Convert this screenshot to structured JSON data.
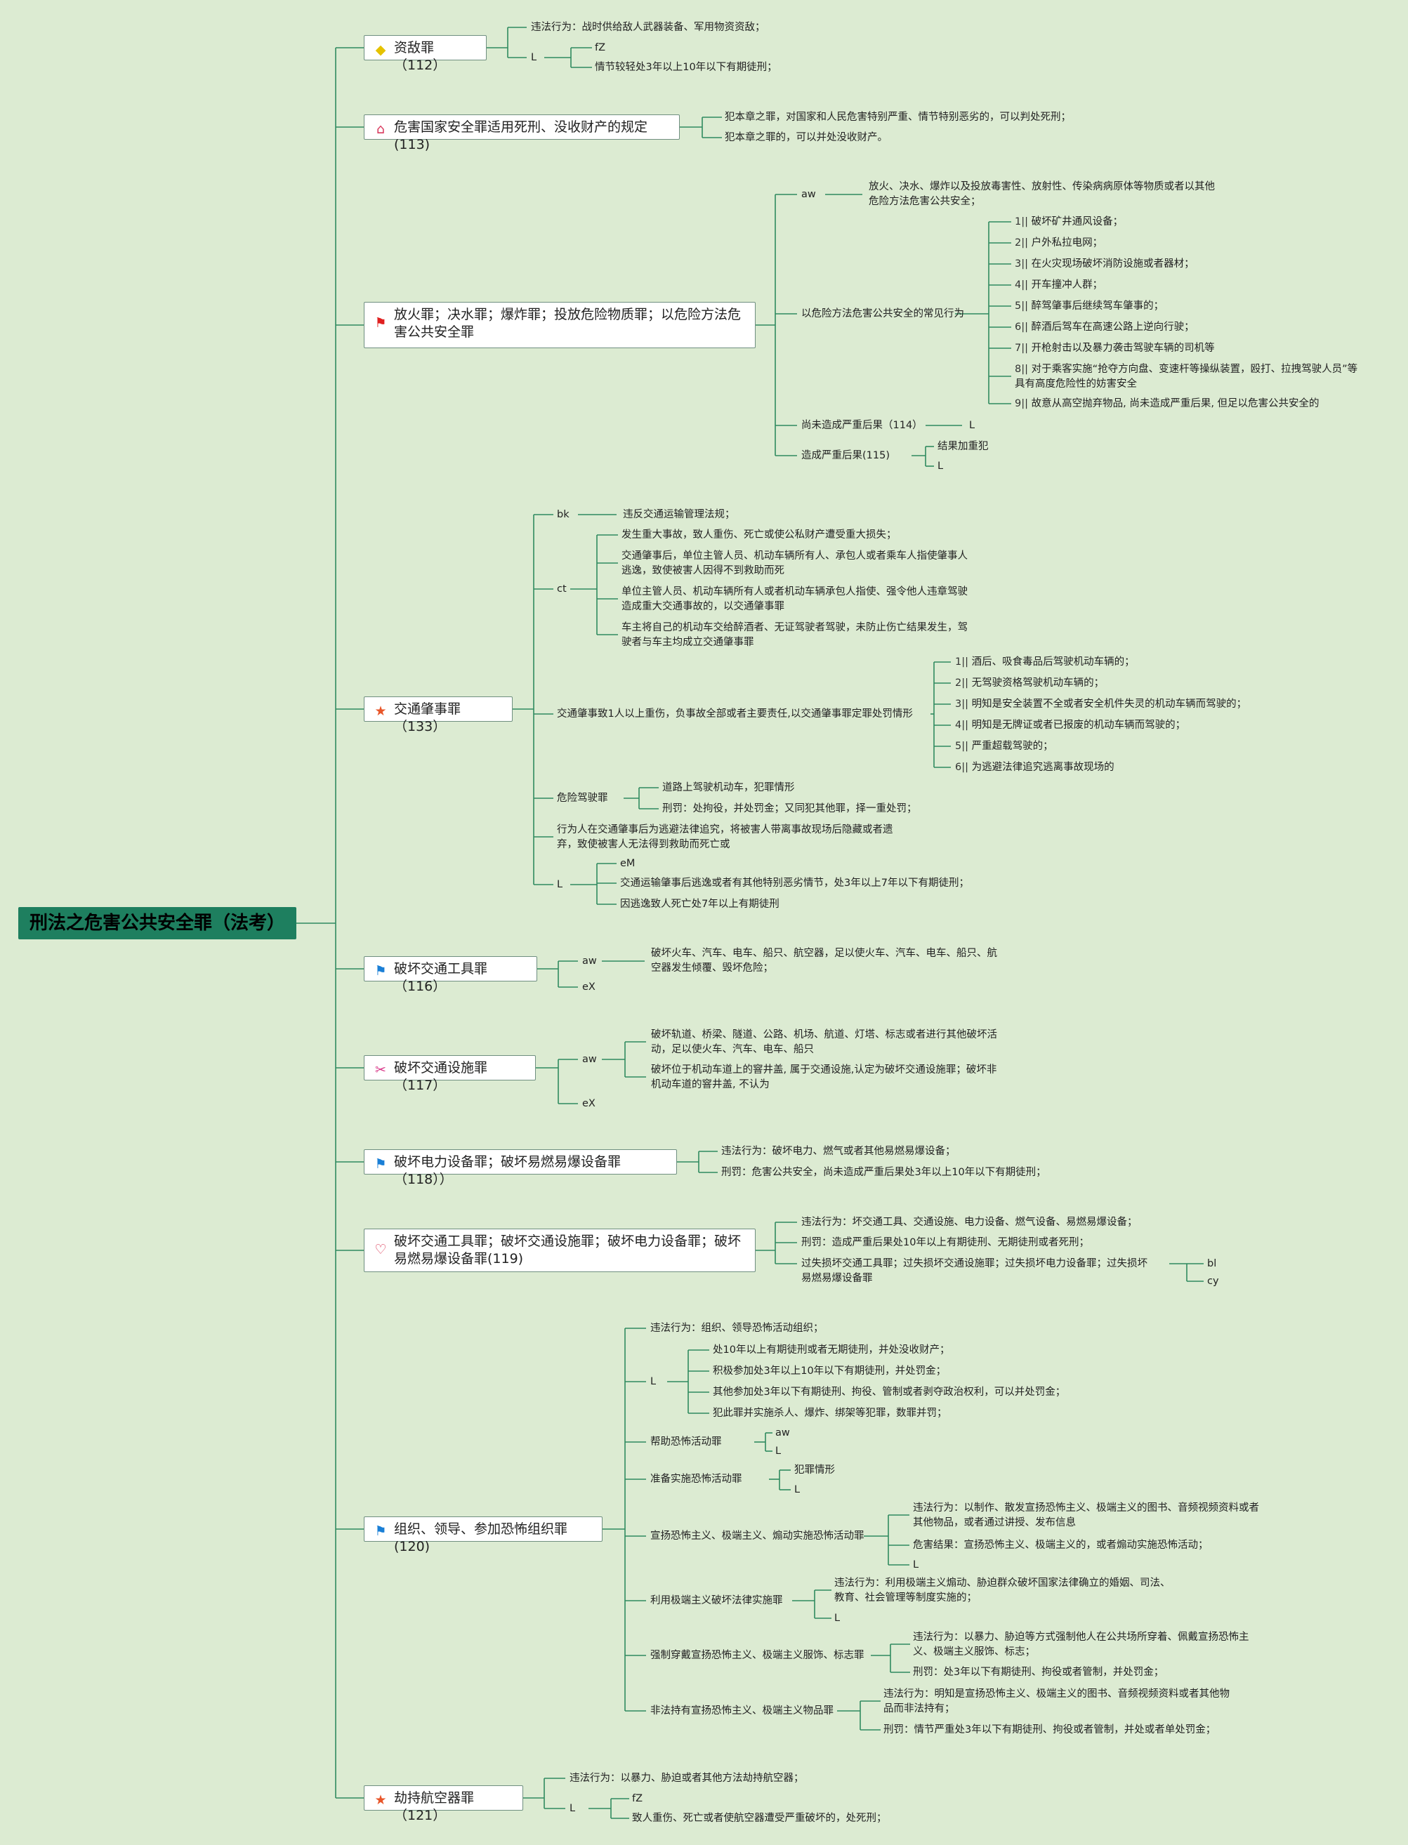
{
  "root": "刑法之危害公共安全罪（法考）",
  "branches": [
    {
      "icon": "diamond",
      "label": "资敌罪（112）",
      "leaves": [
        "违法行为：战时供给敌人武器装备、军用物资资敌；",
        "L",
        "fZ",
        "情节较轻处3年以上10年以下有期徒刑；"
      ]
    },
    {
      "icon": "home",
      "label": "危害国家安全罪适用死刑、没收财产的规定(113)",
      "leaves": [
        "犯本章之罪，对国家和人民危害特别严重、情节特别恶劣的，可以判处死刑；",
        "犯本章之罪的，可以并处没收财产。"
      ]
    },
    {
      "icon": "flag-red",
      "label": "放火罪；决水罪；爆炸罪；投放危险物质罪；以危险方法危害公共安全罪",
      "sub": [
        {
          "label": "aw",
          "leaves": [
            "放火、决水、爆炸以及投放毒害性、放射性、传染病病原体等物质或者以其他危险方法危害公共安全；"
          ]
        },
        {
          "label": "以危险方法危害公共安全的常见行为",
          "leaves": [
            "破坏矿井通风设备；",
            "户外私拉电网；",
            "在火灾现场破坏消防设施或者器材；",
            "开车撞冲人群；",
            "醉驾肇事后继续驾车肇事的；",
            "醉酒后驾车在高速公路上逆向行驶；",
            "开枪射击以及暴力袭击驾驶车辆的司机等",
            "对于乘客实施“抢夺方向盘、变速杆等操纵装置，殴打、拉拽驾驶人员”等具有高度危险性的妨害安全",
            "故意从高空抛弃物品, 尚未造成严重后果, 但足以危害公共安全的"
          ]
        },
        {
          "label": "尚未造成严重后果（114）",
          "leaves": [
            "L"
          ]
        },
        {
          "label": "造成严重后果(115)",
          "leaves": [
            "结果加重犯",
            "L"
          ]
        }
      ]
    },
    {
      "icon": "star",
      "label": "交通肇事罪（133）",
      "sub": [
        {
          "label": "bk",
          "leaves": [
            "违反交通运输管理法规；"
          ]
        },
        {
          "label": "ct",
          "leaves": [
            "发生重大事故，致人重伤、死亡或使公私财产遭受重大损失；",
            "交通肇事后，单位主管人员、机动车辆所有人、承包人或者乘车人指使肇事人逃逸，致使被害人因得不到救助而死",
            "单位主管人员、机动车辆所有人或者机动车辆承包人指使、强令他人违章驾驶造成重大交通事故的，以交通肇事罪",
            "车主将自己的机动车交给醉酒者、无证驾驶者驾驶，未防止伤亡结果发生，驾驶者与车主均成立交通肇事罪"
          ]
        },
        {
          "label": "交通肇事致1人以上重伤，负事故全部或者主要责任,以交通肇事罪定罪处罚情形",
          "leaves": [
            "酒后、吸食毒品后驾驶机动车辆的；",
            "无驾驶资格驾驶机动车辆的；",
            "明知是安全装置不全或者安全机件失灵的机动车辆而驾驶的；",
            "明知是无牌证或者已报废的机动车辆而驾驶的；",
            "严重超载驾驶的；",
            "为逃避法律追究逃离事故现场的"
          ]
        },
        {
          "label": "危险驾驶罪",
          "leaves": [
            "道路上驾驶机动车，犯罪情形",
            "刑罚：处拘役，并处罚金；又同犯其他罪，择一重处罚；"
          ]
        },
        {
          "label": "行为人在交通肇事后为逃避法律追究，将被害人带离事故现场后隐藏或者遗弃，致使被害人无法得到救助而死亡或",
          "leaves": []
        },
        {
          "label": "L",
          "leaves": [
            "eM",
            "交通运输肇事后逃逸或者有其他特别恶劣情节，处3年以上7年以下有期徒刑；",
            "因逃逸致人死亡处7年以上有期徒刑"
          ]
        }
      ]
    },
    {
      "icon": "flag-blue",
      "label": "破坏交通工具罪（116）",
      "sub": [
        {
          "label": "aw",
          "leaves": [
            "破坏火车、汽车、电车、船只、航空器，足以使火车、汽车、电车、船只、航空器发生倾覆、毁坏危险；"
          ]
        },
        {
          "label": "eX",
          "leaves": []
        }
      ]
    },
    {
      "icon": "tools",
      "label": "破坏交通设施罪（117）",
      "sub": [
        {
          "label": "aw",
          "leaves": [
            "破坏轨道、桥梁、隧道、公路、机场、航道、灯塔、标志或者进行其他破坏活动，足以使火车、汽车、电车、船只",
            "破坏位于机动车道上的窨井盖, 属于交通设施,认定为破坏交通设施罪；破坏非机动车道的窨井盖, 不认为"
          ]
        },
        {
          "label": "eX",
          "leaves": []
        }
      ]
    },
    {
      "icon": "flag-blue",
      "label": "破坏电力设备罪；破坏易燃易爆设备罪（118））",
      "leaves": [
        "违法行为：破坏电力、燃气或者其他易燃易爆设备；",
        "刑罚：危害公共安全，尚未造成严重后果处3年以上10年以下有期徒刑；"
      ]
    },
    {
      "icon": "heart",
      "label": "破坏交通工具罪；破坏交通设施罪；破坏电力设备罪；破坏易燃易爆设备罪(119)",
      "sub": [
        {
          "label": "违法行为：坏交通工具、交通设施、电力设备、燃气设备、易燃易爆设备；",
          "leaves": []
        },
        {
          "label": "刑罚：造成严重后果处10年以上有期徒刑、无期徒刑或者死刑；",
          "leaves": []
        },
        {
          "label": "过失损坏交通工具罪；过失损坏交通设施罪；过失损坏电力设备罪；过失损坏易燃易爆设备罪",
          "leaves": [
            "bl",
            "cy"
          ]
        }
      ]
    },
    {
      "icon": "flag-blue",
      "label": "组织、领导、参加恐怖组织罪(120)",
      "sub": [
        {
          "label": "违法行为：组织、领导恐怖活动组织；",
          "leaves": []
        },
        {
          "label": "L",
          "leaves": [
            "处10年以上有期徒刑或者无期徒刑，并处没收财产；",
            "积极参加处3年以上10年以下有期徒刑，并处罚金；",
            "其他参加处3年以下有期徒刑、拘役、管制或者剥夺政治权利，可以并处罚金；",
            "犯此罪并实施杀人、爆炸、绑架等犯罪，数罪并罚；"
          ]
        },
        {
          "label": "帮助恐怖活动罪",
          "leaves": [
            "aw",
            "L"
          ]
        },
        {
          "label": "准备实施恐怖活动罪",
          "leaves": [
            "犯罪情形",
            "L"
          ]
        },
        {
          "label": "宣扬恐怖主义、极端主义、煽动实施恐怖活动罪",
          "leaves": [
            "违法行为：以制作、散发宣扬恐怖主义、极端主义的图书、音频视频资料或者其他物品，或者通过讲授、发布信息",
            "危害结果：宣扬恐怖主义、极端主义的，或者煽动实施恐怖活动；",
            "L"
          ]
        },
        {
          "label": "利用极端主义破坏法律实施罪",
          "leaves": [
            "违法行为：利用极端主义煽动、胁迫群众破坏国家法律确立的婚姻、司法、教育、社会管理等制度实施的；",
            "L"
          ]
        },
        {
          "label": "强制穿戴宣扬恐怖主义、极端主义服饰、标志罪",
          "leaves": [
            "违法行为：以暴力、胁迫等方式强制他人在公共场所穿着、佩戴宣扬恐怖主义、极端主义服饰、标志；",
            "刑罚：处3年以下有期徒刑、拘役或者管制，并处罚金；"
          ]
        },
        {
          "label": "非法持有宣扬恐怖主义、极端主义物品罪",
          "leaves": [
            "违法行为：明知是宣扬恐怖主义、极端主义的图书、音频视频资料或者其他物品而非法持有；",
            "刑罚：情节严重处3年以下有期徒刑、拘役或者管制，并处或者单处罚金；"
          ]
        }
      ]
    },
    {
      "icon": "star",
      "label": "劫持航空器罪（121）",
      "leaves": [
        "违法行为：以暴力、胁迫或者其他方法劫持航空器；",
        "L",
        "fZ",
        "致人重伤、死亡或者使航空器遭受严重破坏的，处死刑；"
      ]
    }
  ],
  "colors": {
    "line": "#2f8a5f",
    "root_bg": "#1e7f5f",
    "bg": "#dcebd2"
  }
}
